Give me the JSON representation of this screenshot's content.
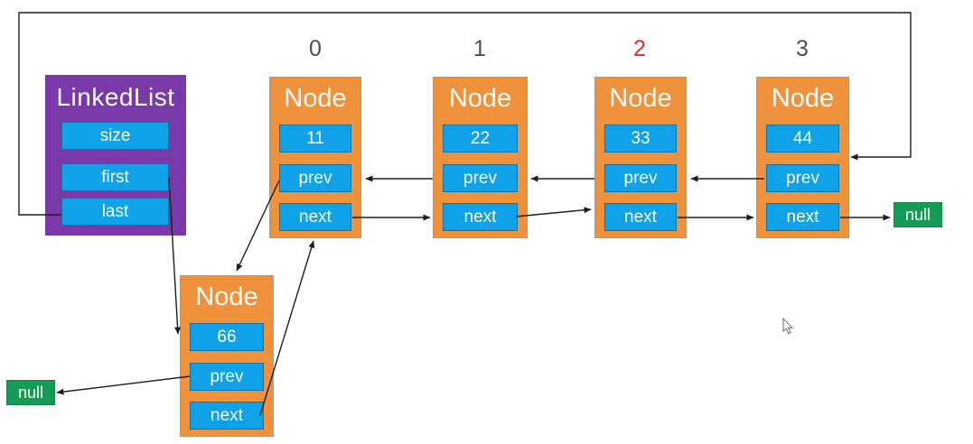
{
  "linkedlist": {
    "title": "LinkedList",
    "size_label": "size",
    "first_label": "first",
    "last_label": "last"
  },
  "indices": [
    {
      "text": "0",
      "cls": "index-label"
    },
    {
      "text": "1",
      "cls": "index-label"
    },
    {
      "text": "2",
      "cls": "index-label current"
    },
    {
      "text": "3",
      "cls": "index-label"
    }
  ],
  "nodes": [
    {
      "title": "Node",
      "value": "11",
      "prev_label": "prev",
      "next_label": "next"
    },
    {
      "title": "Node",
      "value": "22",
      "prev_label": "prev",
      "next_label": "next"
    },
    {
      "title": "Node",
      "value": "33",
      "prev_label": "prev",
      "next_label": "next"
    },
    {
      "title": "Node",
      "value": "44",
      "prev_label": "prev",
      "next_label": "next"
    },
    {
      "title": "Node",
      "value": "66",
      "prev_label": "prev",
      "next_label": "next"
    }
  ],
  "nulls": {
    "left": "null",
    "right": "null"
  },
  "links": [
    {
      "from": "linkedlist.last",
      "to": "node-3"
    },
    {
      "from": "linkedlist.first",
      "to": "node-66"
    },
    {
      "from": "node-0.prev",
      "to": "node-66"
    },
    {
      "from": "node-0.next",
      "to": "node-1"
    },
    {
      "from": "node-1.prev",
      "to": "node-0"
    },
    {
      "from": "node-1.next",
      "to": "node-2"
    },
    {
      "from": "node-2.prev",
      "to": "node-1"
    },
    {
      "from": "node-2.next",
      "to": "node-3"
    },
    {
      "from": "node-3.prev",
      "to": "node-2"
    },
    {
      "from": "node-3.next",
      "to": "null-right"
    },
    {
      "from": "node-66.prev",
      "to": "null-left"
    },
    {
      "from": "node-66.next",
      "to": "node-0"
    }
  ],
  "colors": {
    "orange": "#F0913C",
    "blue": "#0FA2E9",
    "purple": "#7939A8",
    "green": "#149C56",
    "red": "#E62B1E",
    "index": "#4D4D4D",
    "arrow": "#1E1E1E",
    "background": "#FFFFFF"
  }
}
